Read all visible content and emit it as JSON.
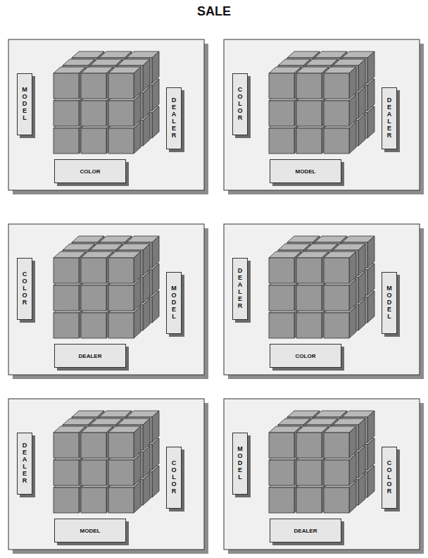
{
  "diagram": {
    "title": "SALE",
    "nodes": [
      {
        "text": [
          "MODEL"
        ]
      },
      {
        "text": [
          "DEALER"
        ]
      },
      {
        "text": [
          "COLOR"
        ]
      },
      {
        "text": [
          "COLOR"
        ]
      },
      {
        "text": [
          "DEALER"
        ]
      },
      {
        "text": [
          "MODEL"
        ]
      },
      {
        "text": [
          "COLOR"
        ]
      },
      {
        "text": [
          "MODEL"
        ]
      },
      {
        "text": [
          "DEALER"
        ]
      },
      {
        "text": [
          "DEALER"
        ]
      },
      {
        "text": [
          "MODEL"
        ]
      },
      {
        "text": [
          "COLOR"
        ]
      },
      {
        "text": [
          "DEALER"
        ]
      },
      {
        "text": [
          "COLOR"
        ]
      },
      {
        "text": [
          "MODEL"
        ]
      },
      {
        "text": [
          "MODEL"
        ]
      },
      {
        "text": [
          "COLOR"
        ]
      },
      {
        "text": [
          "DEALER"
        ]
      }
    ]
  }
}
